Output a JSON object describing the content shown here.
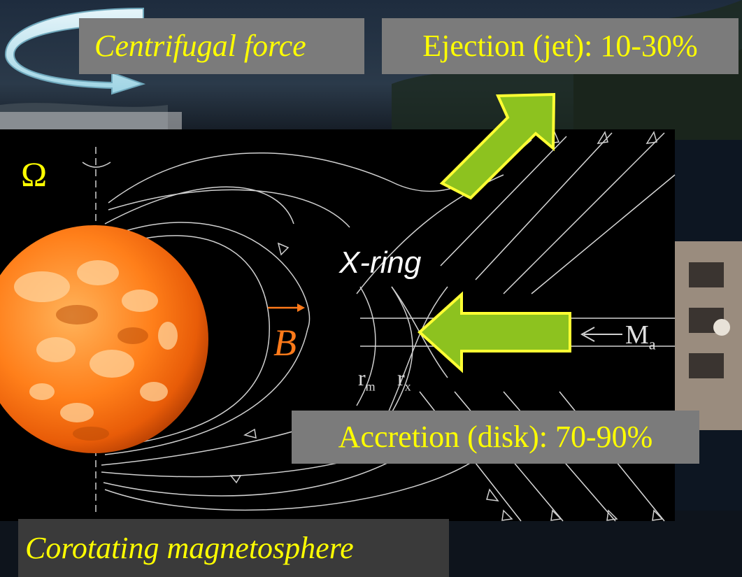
{
  "labels": {
    "centrifugal_force": "Centrifugal force",
    "ejection": "Ejection (jet): 10-30%",
    "accretion": "Accretion (disk): 70-90%",
    "omega": "Ω",
    "x_ring": "X-ring",
    "b_field": "B",
    "corotating": "Corotating magnetosphere",
    "r_m": "r",
    "r_m_sub": "m",
    "r_x": "r",
    "r_x_sub": "x",
    "m_dot": "M",
    "m_dot_sub": "a"
  },
  "colors": {
    "label_yellow": "#ffff00",
    "label_box": "#7b7b7b",
    "arrow_green": "#8dc21f",
    "arrow_outline": "#ffff33",
    "b_orange": "#ff7a1a",
    "field_line": "#d0d0d0",
    "star_core": "#ff7a14"
  }
}
